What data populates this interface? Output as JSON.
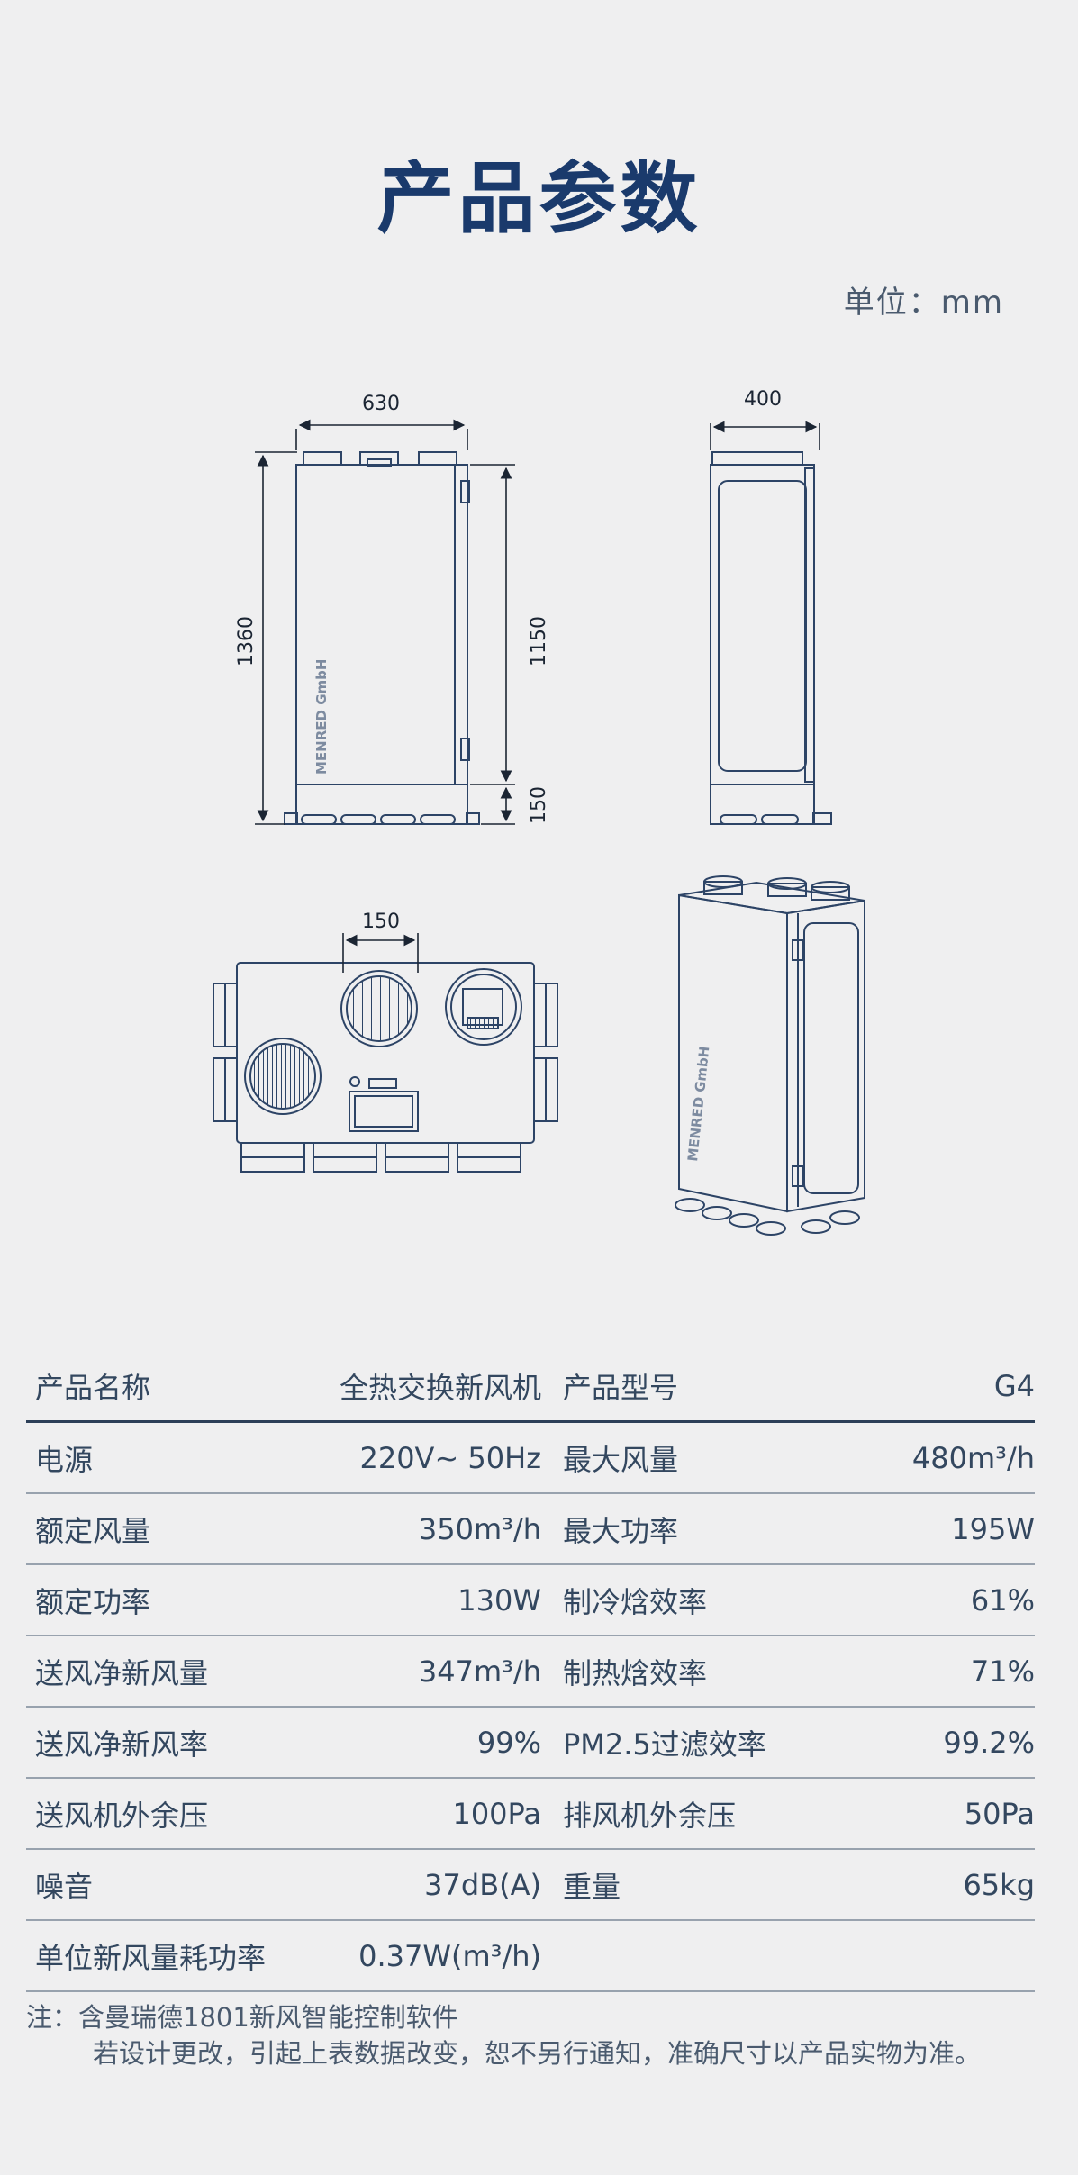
{
  "page": {
    "title": "产品参数",
    "unit": "单位：mm"
  },
  "drawings": {
    "front": {
      "width": "630",
      "height": "1360",
      "body_height": "1150",
      "base_height": "150",
      "brand": "MENRED GmbH"
    },
    "side": {
      "width": "400"
    },
    "top": {
      "spacing": "150"
    },
    "iso": {
      "brand": "MENRED GmbH"
    }
  },
  "specs": [
    {
      "label1": "产品名称",
      "value1": "全热交换新风机",
      "label2": "产品型号",
      "value2": "G4"
    },
    {
      "label1": "电源",
      "value1": "220V~ 50Hz",
      "label2": "最大风量",
      "value2": "480m³/h"
    },
    {
      "label1": "额定风量",
      "value1": "350m³/h",
      "label2": "最大功率",
      "value2": "195W"
    },
    {
      "label1": "额定功率",
      "value1": "130W",
      "label2": "制冷焓效率",
      "value2": "61%"
    },
    {
      "label1": "送风净新风量",
      "value1": "347m³/h",
      "label2": "制热焓效率",
      "value2": "71%"
    },
    {
      "label1": "送风净新风率",
      "value1": "99%",
      "label2": "PM2.5过滤效率",
      "value2": "99.2%"
    },
    {
      "label1": "送风机外余压",
      "value1": "100Pa",
      "label2": "排风机外余压",
      "value2": "50Pa"
    },
    {
      "label1": "噪音",
      "value1": "37dB(A)",
      "label2": "重量",
      "value2": "65kg"
    },
    {
      "label1": "单位新风量耗功率",
      "value1": "0.37W(m³/h)",
      "label2": "",
      "value2": ""
    }
  ],
  "notes": {
    "line1": "注：含曼瑞德1801新风智能控制软件",
    "line2": "若设计更改，引起上表数据改变，恕不另行通知，准确尺寸以产品实物为准。"
  },
  "colors": {
    "title": "#1a3a6c",
    "text": "#33475f",
    "line": "#2c3f58",
    "drawing": "#2d4466",
    "background": "#efeff0"
  }
}
